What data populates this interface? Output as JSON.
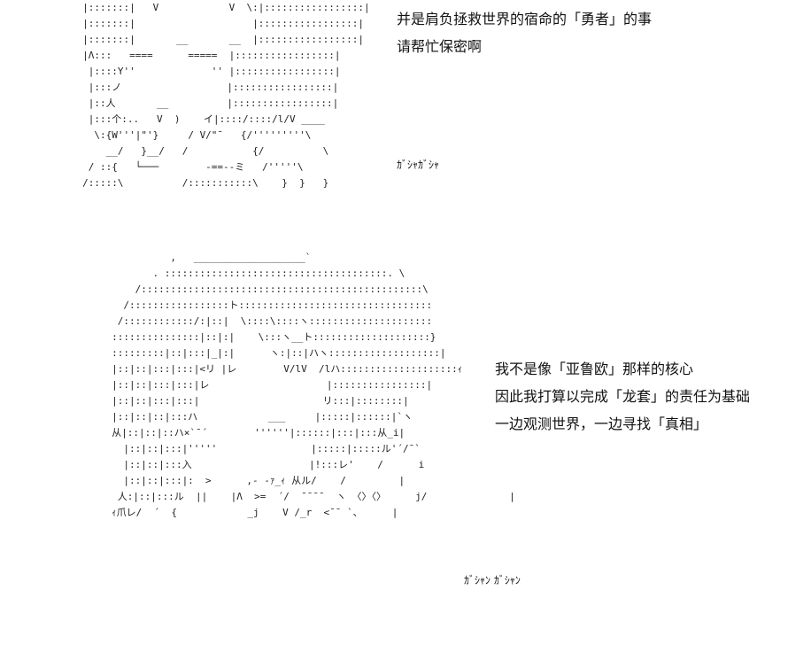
{
  "top_panel": {
    "dialogue": [
      "并是肩负拯救世界的宿命的「勇者」的事",
      "请帮忙保密啊"
    ],
    "sfx": "ｶﾞｼｬｶﾞｼｬ"
  },
  "bottom_panel": {
    "dialogue": [
      "我不是像「亚鲁欧」那样的核心",
      "因此我打算以完成「龙套」的责任为基础",
      "一边观测世界，一边寻找「真相」"
    ],
    "sfx": "ｶﾞｼｬﾝ ｶﾞｼｬﾝ"
  }
}
